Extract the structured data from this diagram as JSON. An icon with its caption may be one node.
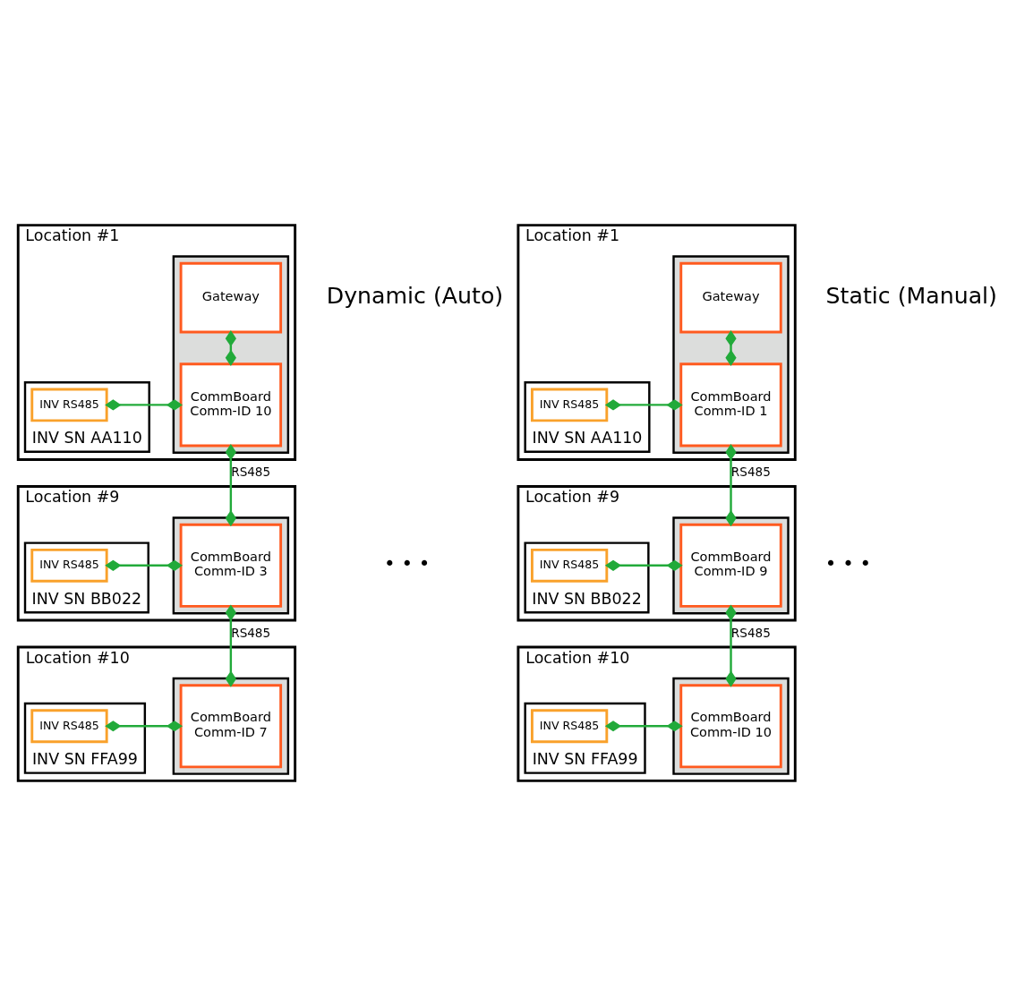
{
  "diagram": {
    "nodes": [
      {
        "text": [
          "Location #1"
        ]
      },
      {
        "text": [
          "INV SN AA110"
        ],
        "in": 0
      },
      {
        "text": [
          "INV RS485"
        ],
        "in": 1
      },
      {
        "text": [],
        "shape": "box",
        "in": 0
      },
      {
        "text": [
          "Gateway"
        ],
        "in": 3
      },
      {
        "text": [
          "CommBoard",
          "Comm-ID 10"
        ],
        "in": 3
      },
      {
        "text": [
          "Location #9"
        ]
      },
      {
        "text": [
          "INV SN BB022"
        ],
        "in": 6
      },
      {
        "text": [
          "INV RS485"
        ],
        "in": 7
      },
      {
        "text": [],
        "shape": "box",
        "in": 6
      },
      {
        "text": [
          "CommBoard",
          "Comm-ID 3"
        ],
        "in": 9
      },
      {
        "text": [
          "Location #10"
        ]
      },
      {
        "text": [
          "INV SN FFA99"
        ],
        "in": 11
      },
      {
        "text": [
          "INV RS485"
        ],
        "in": 12
      },
      {
        "text": [],
        "shape": "box",
        "in": 11
      },
      {
        "text": [
          "CommBoard",
          "Comm-ID 7"
        ],
        "in": 14
      },
      {
        "text": [
          "Location #1"
        ]
      },
      {
        "text": [
          "INV SN AA110"
        ],
        "in": 16
      },
      {
        "text": [
          "INV RS485"
        ],
        "in": 17
      },
      {
        "text": [],
        "shape": "box",
        "in": 16
      },
      {
        "text": [
          "Gateway"
        ],
        "in": 19
      },
      {
        "text": [
          "CommBoard",
          "Comm-ID 1"
        ],
        "in": 19
      },
      {
        "text": [
          "Location #9"
        ]
      },
      {
        "text": [
          "INV SN BB022"
        ],
        "in": 22
      },
      {
        "text": [
          "INV RS485"
        ],
        "in": 23
      },
      {
        "text": [],
        "shape": "box",
        "in": 22
      },
      {
        "text": [
          "CommBoard",
          "Comm-ID 9"
        ],
        "in": 25
      },
      {
        "text": [
          "Location #10"
        ]
      },
      {
        "text": [
          "INV SN FFA99"
        ],
        "in": 27
      },
      {
        "text": [
          "INV RS485"
        ],
        "in": 28
      },
      {
        "text": [],
        "shape": "box",
        "in": 27
      },
      {
        "text": [
          "CommBoard",
          "Comm-ID 10"
        ],
        "in": 30
      }
    ],
    "edges": [
      {
        "from": 4,
        "to": 5,
        "arrow": "other"
      },
      {
        "from": 2,
        "to": 5,
        "arrow": "other"
      },
      {
        "from": 5,
        "to": 10,
        "arrow": "other",
        "label": "RS485"
      },
      {
        "from": 8,
        "to": 10,
        "arrow": "other"
      },
      {
        "from": 10,
        "to": 15,
        "arrow": "other",
        "label": "RS485"
      },
      {
        "from": 13,
        "to": 15,
        "arrow": "other"
      },
      {
        "from": 20,
        "to": 21,
        "arrow": "other"
      },
      {
        "from": 18,
        "to": 21,
        "arrow": "other"
      },
      {
        "from": 21,
        "to": 26,
        "arrow": "other",
        "label": "RS485"
      },
      {
        "from": 24,
        "to": 26,
        "arrow": "other"
      },
      {
        "from": 26,
        "to": 31,
        "arrow": "other",
        "label": "RS485"
      },
      {
        "from": 29,
        "to": 31,
        "arrow": "other"
      }
    ],
    "labels": [
      "Dynamic (Auto)",
      "Static (Manual)",
      "• • •",
      "• • •"
    ]
  }
}
